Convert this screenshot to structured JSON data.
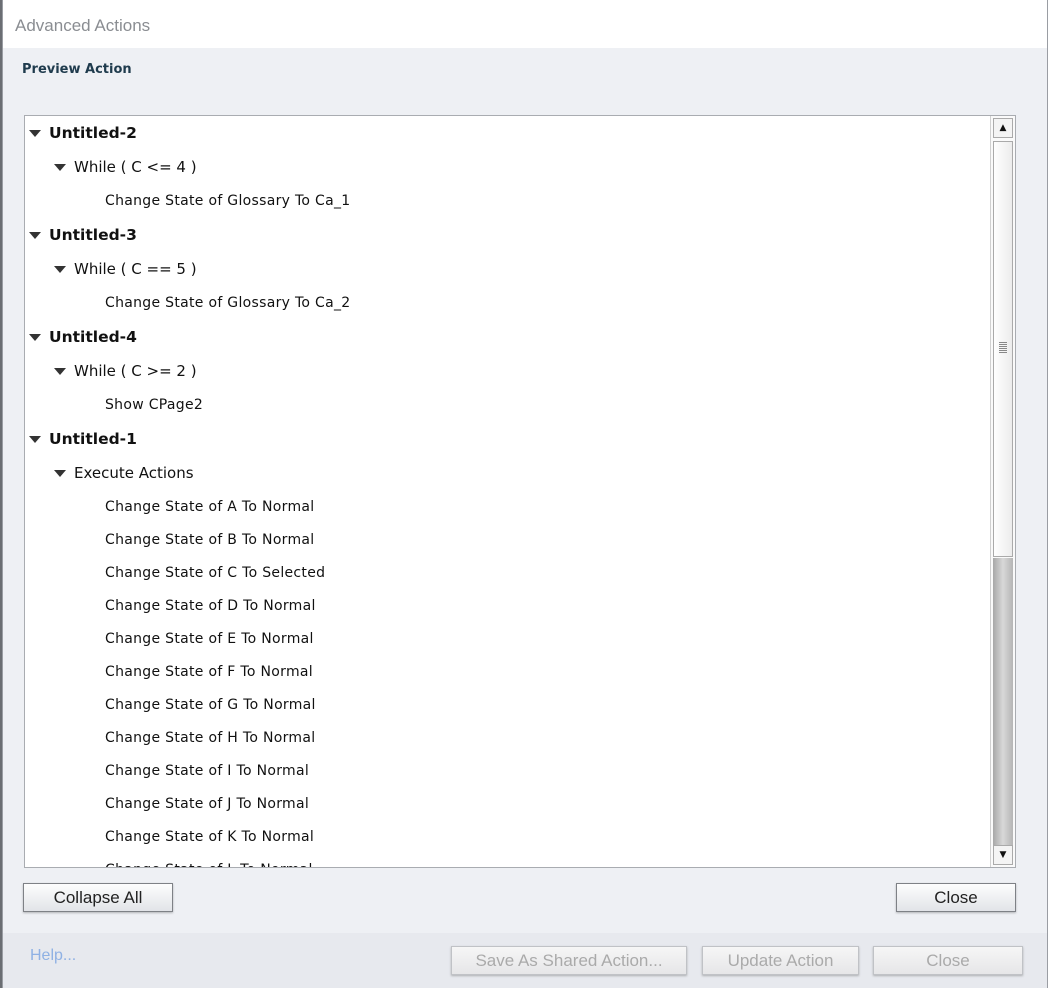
{
  "dialog": {
    "title": "Advanced Actions",
    "section_label": "Preview Action"
  },
  "tree": [
    {
      "level": 0,
      "text": "Untitled-2",
      "expanded": true
    },
    {
      "level": 1,
      "text": "While ( C <= 4  )",
      "expanded": true
    },
    {
      "level": 2,
      "text": "Change State of Glossary To Ca_1"
    },
    {
      "level": 0,
      "text": "Untitled-3",
      "expanded": true
    },
    {
      "level": 1,
      "text": "While ( C == 5  )",
      "expanded": true
    },
    {
      "level": 2,
      "text": "Change State of Glossary To Ca_2"
    },
    {
      "level": 0,
      "text": "Untitled-4",
      "expanded": true
    },
    {
      "level": 1,
      "text": "While ( C >= 2  )",
      "expanded": true
    },
    {
      "level": 2,
      "text": "Show CPage2"
    },
    {
      "level": 0,
      "text": "Untitled-1",
      "expanded": true
    },
    {
      "level": 1,
      "text": "Execute Actions",
      "expanded": true
    },
    {
      "level": 2,
      "text": "Change State of A To Normal"
    },
    {
      "level": 2,
      "text": "Change State of B To Normal"
    },
    {
      "level": 2,
      "text": "Change State of C To Selected"
    },
    {
      "level": 2,
      "text": "Change State of D To Normal"
    },
    {
      "level": 2,
      "text": "Change State of E To Normal"
    },
    {
      "level": 2,
      "text": "Change State of F To Normal"
    },
    {
      "level": 2,
      "text": "Change State of G To Normal"
    },
    {
      "level": 2,
      "text": "Change State of H To Normal"
    },
    {
      "level": 2,
      "text": "Change State of I To Normal"
    },
    {
      "level": 2,
      "text": "Change State of J To Normal"
    },
    {
      "level": 2,
      "text": "Change State of K To Normal"
    },
    {
      "level": 2,
      "text": "Change State of L To Normal"
    }
  ],
  "buttons": {
    "collapse_all": "Collapse All",
    "close_preview": "Close",
    "help": "Help...",
    "save_shared": "Save As Shared Action...",
    "update_action": "Update Action",
    "close": "Close"
  },
  "scrollbar": {
    "up": "▲",
    "down": "▼",
    "position_fraction": 0
  }
}
